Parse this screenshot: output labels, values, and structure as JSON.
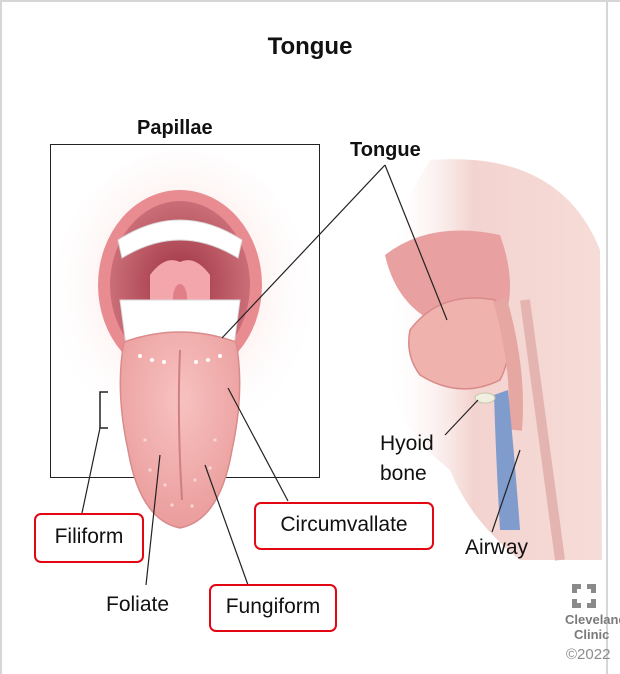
{
  "title": "Tongue",
  "papillae_panel": {
    "title": "Papillae"
  },
  "side_view": {
    "tongue_label": "Tongue"
  },
  "labels": {
    "filiform": "Filiform",
    "foliate": "Foliate",
    "fungiform": "Fungiform",
    "circumvallate": "Circumvallate",
    "hyoid_line1": "Hyoid",
    "hyoid_line2": "bone",
    "airway": "Airway"
  },
  "highlighted_labels": [
    "Filiform",
    "Circumvallate",
    "Fungiform"
  ],
  "colors": {
    "highlight_border": "#e30613",
    "tongue_pink": "#f2a9a8",
    "mouth_dark": "#b94a55",
    "airway_blue": "#7f9ccd"
  },
  "logo": {
    "icon": "cleveland-clinic-cross-icon",
    "line1": "Cleveland",
    "line2": "Clinic",
    "copyright": "©2022"
  }
}
